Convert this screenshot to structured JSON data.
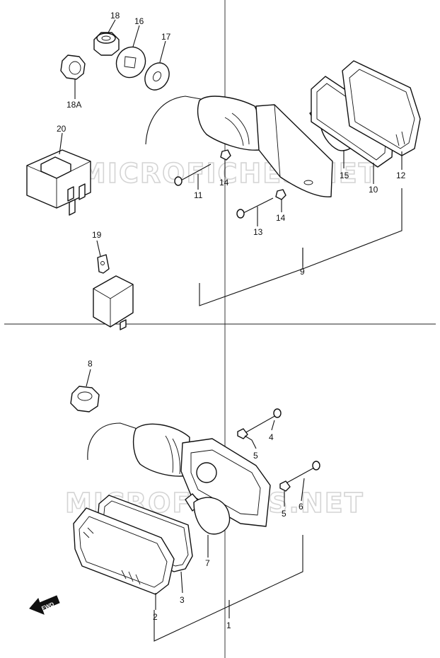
{
  "watermark": "MICROFICHES.NET",
  "fwd_label": "FWD",
  "callouts": {
    "c18": "18",
    "c16": "16",
    "c17": "17",
    "c18a": "18A",
    "c20": "20",
    "c19": "19",
    "c11": "11",
    "c14a": "14",
    "c13": "13",
    "c14b": "14",
    "c15": "15",
    "c10": "10",
    "c12": "12",
    "c9": "9",
    "c8": "8",
    "c4": "4",
    "c5a": "5",
    "c5b": "5",
    "c6": "6",
    "c7": "7",
    "c3": "3",
    "c2": "2",
    "c1": "1"
  }
}
